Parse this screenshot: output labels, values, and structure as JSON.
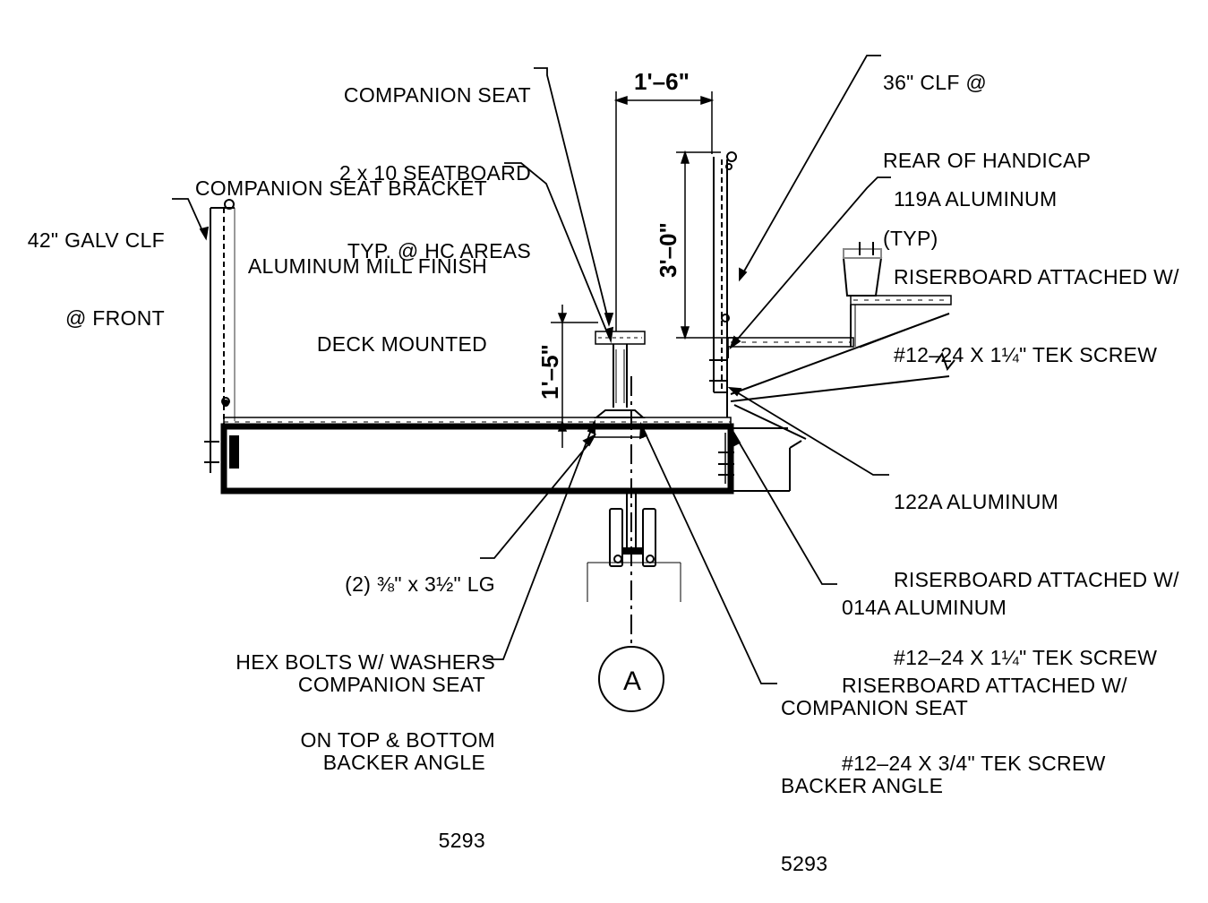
{
  "callouts": {
    "companion_seat_board": [
      "COMPANION SEAT",
      "2 x 10 SEATBOARD",
      "TYP. @ HC AREAS"
    ],
    "companion_seat_bracket": [
      "COMPANION SEAT BRACKET",
      "ALUMINUM MILL FINISH",
      "DECK MOUNTED"
    ],
    "front_clf": [
      "42\" GALV CLF",
      "@ FRONT"
    ],
    "rear_clf": [
      "36\" CLF @",
      "REAR OF HANDICAP",
      "(TYP)"
    ],
    "riser_119a": [
      "119A ALUMINUM",
      "RISERBOARD ATTACHED W/",
      "#12–24 X 1¼\" TEK SCREW"
    ],
    "riser_122a": [
      "122A ALUMINUM",
      "RISERBOARD ATTACHED W/",
      "#12–24 X 1¼\" TEK SCREW"
    ],
    "riser_014a": [
      "014A ALUMINUM",
      "RISERBOARD ATTACHED W/",
      "#12–24 X 3/4\" TEK SCREW"
    ],
    "hex_bolts": [
      "(2) ⅜\" x 3½\" LG",
      "HEX BOLTS W/ WASHERS",
      "ON TOP & BOTTOM"
    ],
    "backer_angle_left": [
      "COMPANION SEAT",
      "BACKER ANGLE",
      "5293"
    ],
    "backer_angle_right": [
      "COMPANION SEAT",
      "BACKER ANGLE",
      "5293"
    ]
  },
  "dimensions": {
    "seat_offset": "1'–6\"",
    "rail_height": "3'–0\"",
    "seat_height": "1'–5\""
  },
  "section_marker": "A"
}
